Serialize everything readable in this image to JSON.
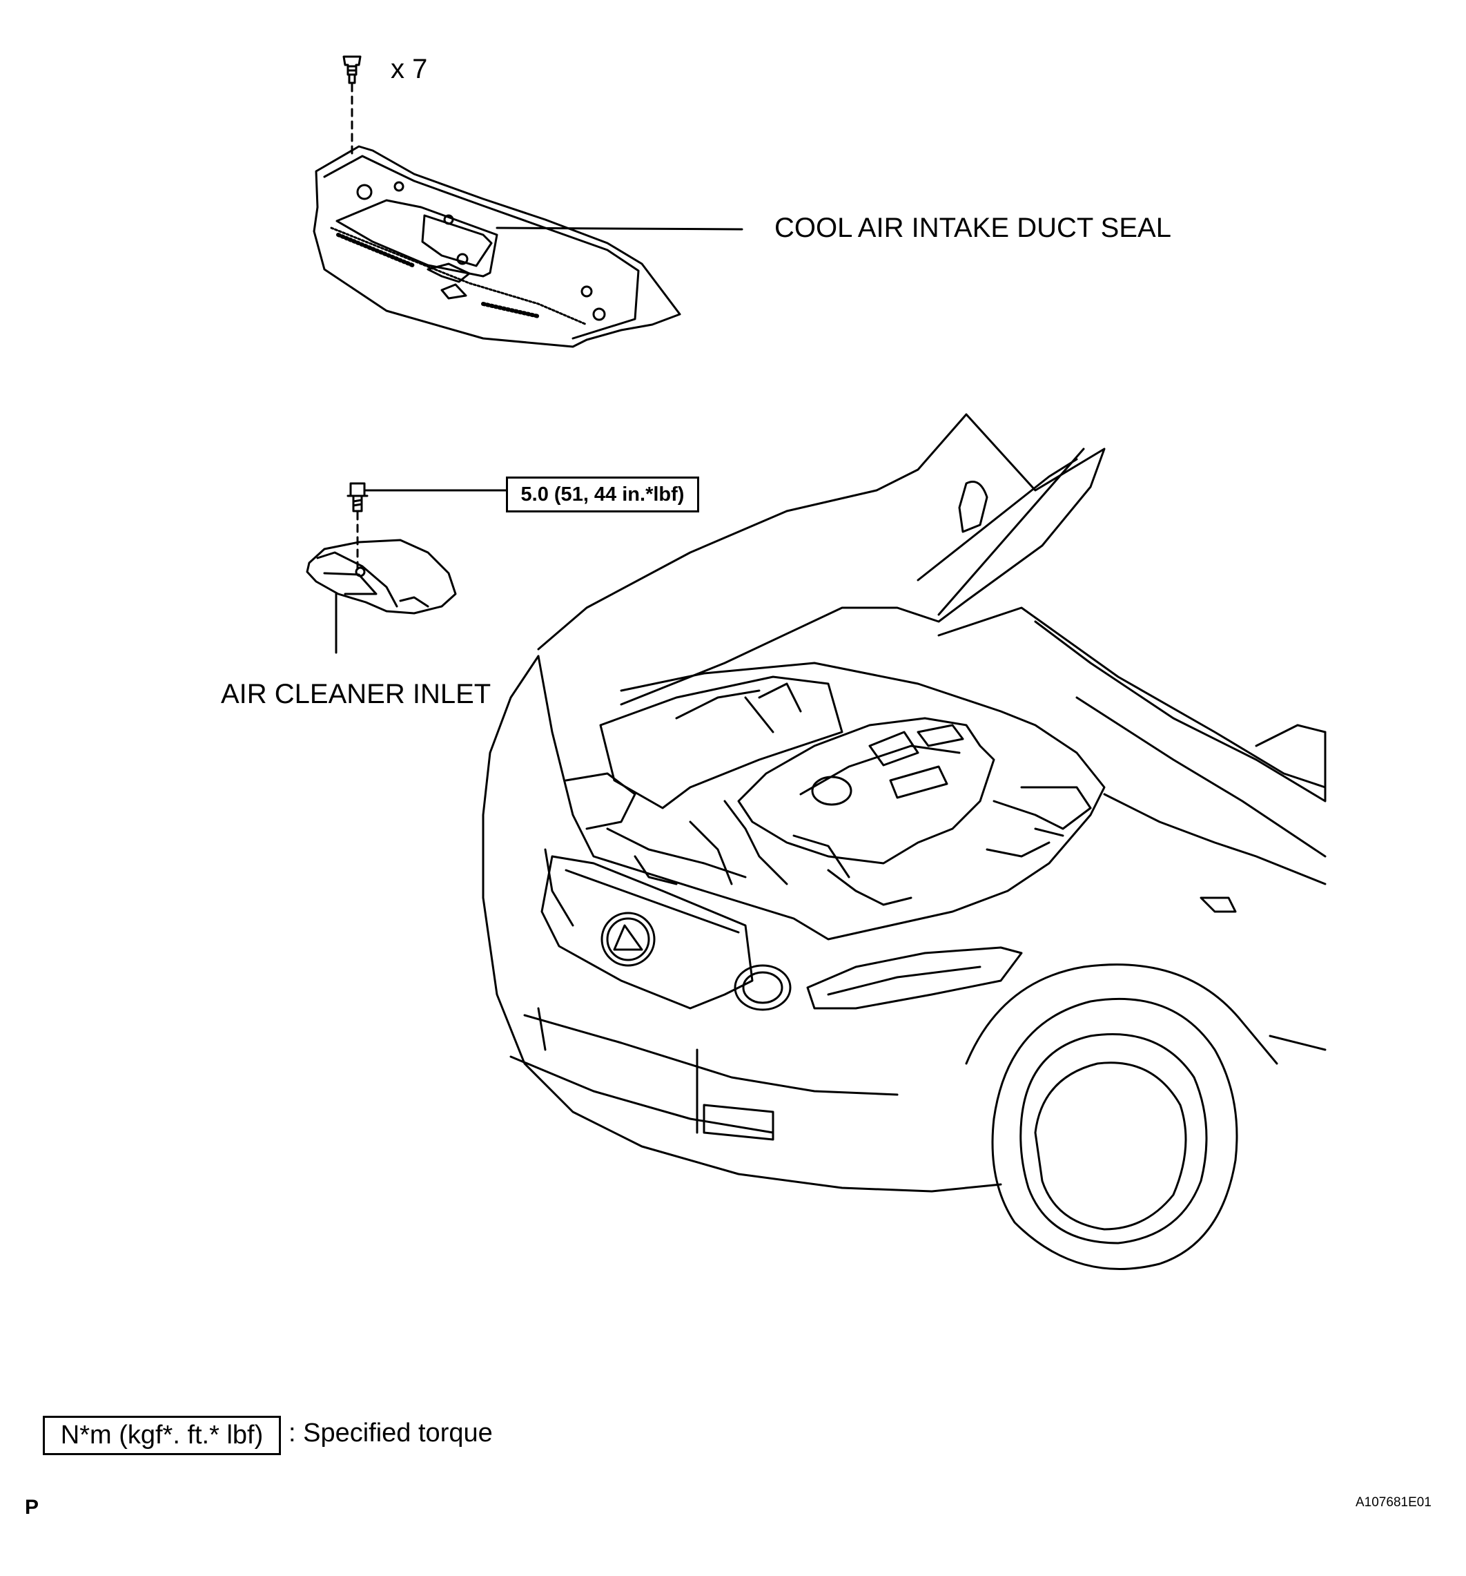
{
  "diagram": {
    "fastener_qty": "x 7",
    "part_seal_label": "COOL AIR INTAKE DUCT SEAL",
    "torque_spec": "5.0 (51, 44 in.*lbf)",
    "part_inlet_label": "AIR CLEANER INLET",
    "legend": {
      "unit_box": "N*m (kgf*. ft.* lbf)",
      "description": ": Specified torque"
    },
    "corner_mark": "P",
    "figure_id": "A107681E01"
  }
}
